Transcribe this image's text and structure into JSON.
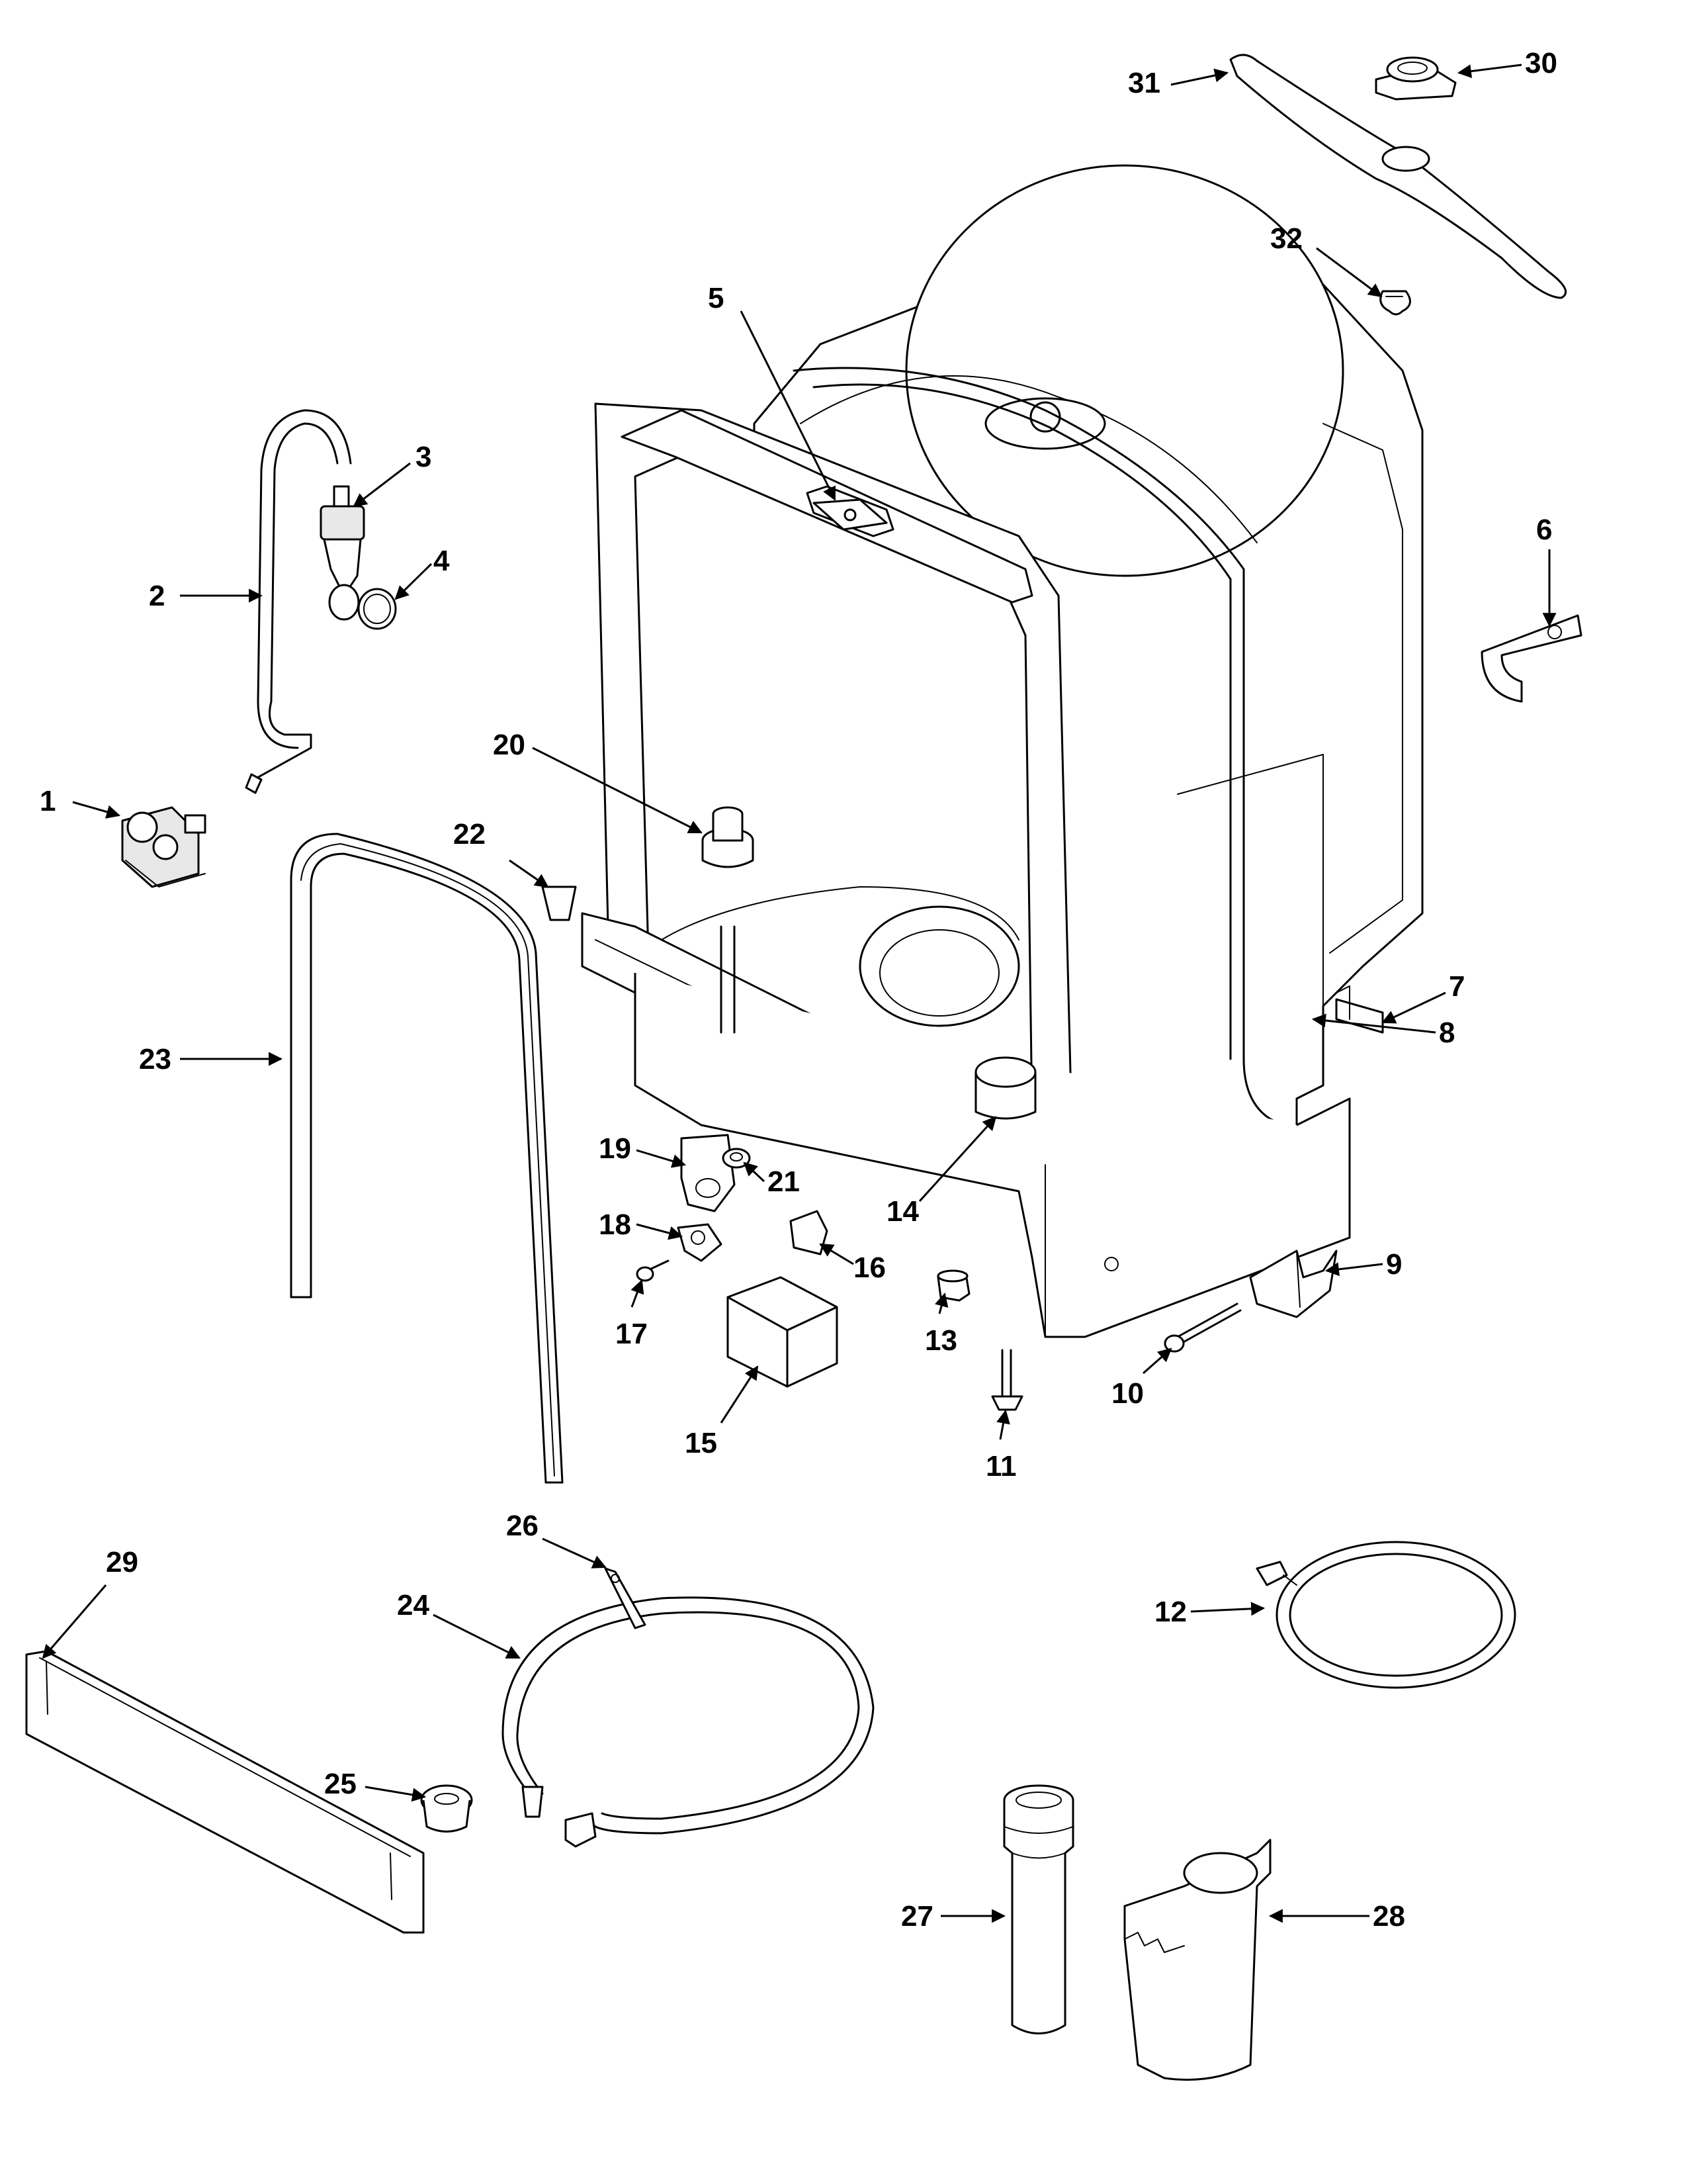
{
  "callouts": [
    {
      "id": "1",
      "text": "1"
    },
    {
      "id": "2",
      "text": "2"
    },
    {
      "id": "3",
      "text": "3"
    },
    {
      "id": "4",
      "text": "4"
    },
    {
      "id": "5",
      "text": "5"
    },
    {
      "id": "6",
      "text": "6"
    },
    {
      "id": "7",
      "text": "7"
    },
    {
      "id": "8",
      "text": "8"
    },
    {
      "id": "9",
      "text": "9"
    },
    {
      "id": "10",
      "text": "10"
    },
    {
      "id": "11",
      "text": "11"
    },
    {
      "id": "12",
      "text": "12"
    },
    {
      "id": "13",
      "text": "13"
    },
    {
      "id": "14",
      "text": "14"
    },
    {
      "id": "15",
      "text": "15"
    },
    {
      "id": "16",
      "text": "16"
    },
    {
      "id": "17",
      "text": "17"
    },
    {
      "id": "18",
      "text": "18"
    },
    {
      "id": "19",
      "text": "19"
    },
    {
      "id": "20",
      "text": "20"
    },
    {
      "id": "21",
      "text": "21"
    },
    {
      "id": "22",
      "text": "22"
    },
    {
      "id": "23",
      "text": "23"
    },
    {
      "id": "24",
      "text": "24"
    },
    {
      "id": "25",
      "text": "25"
    },
    {
      "id": "26",
      "text": "26"
    },
    {
      "id": "27",
      "text": "27"
    },
    {
      "id": "28",
      "text": "28"
    },
    {
      "id": "29",
      "text": "29"
    },
    {
      "id": "30",
      "text": "30"
    },
    {
      "id": "31",
      "text": "31"
    },
    {
      "id": "32",
      "text": "32"
    }
  ],
  "colors": {
    "line": "#000000",
    "background": "#ffffff",
    "shade": "#e8e8e8"
  }
}
